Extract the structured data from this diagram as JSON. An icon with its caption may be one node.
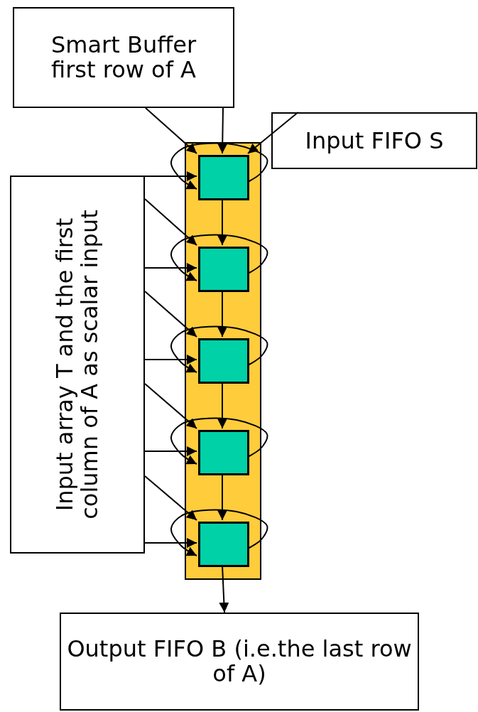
{
  "diagram": {
    "nodes": [
      {
        "text": [
          "Smart Buffer first row of A"
        ]
      },
      {
        "text": [
          "Input FIFO S"
        ]
      },
      {
        "text": [
          "Input array T and the first column of A as scalar input"
        ]
      },
      {
        "text": [
          "Output FIFO B (i.e.the last row of A)"
        ]
      },
      {
        "text": [],
        "shape": "bar"
      },
      {
        "text": [],
        "shape": "box",
        "in": 4
      },
      {
        "text": [],
        "shape": "box",
        "in": 4
      },
      {
        "text": [],
        "shape": "box",
        "in": 4
      },
      {
        "text": [],
        "shape": "box",
        "in": 4
      },
      {
        "text": [],
        "shape": "box",
        "in": 4
      }
    ],
    "edges": [
      {
        "from": 0,
        "to": 5,
        "arrow": "to"
      },
      {
        "from": 0,
        "to": 5,
        "arrow": "to"
      },
      {
        "from": 1,
        "to": 5,
        "arrow": "to"
      },
      {
        "from": 2,
        "to": 5,
        "arrow": "to"
      },
      {
        "from": 2,
        "to": 6,
        "arrow": "to"
      },
      {
        "from": 2,
        "to": 7,
        "arrow": "to"
      },
      {
        "from": 2,
        "to": 8,
        "arrow": "to"
      },
      {
        "from": 2,
        "to": 9,
        "arrow": "to"
      },
      {
        "from": 2,
        "to": 6,
        "arrow": "to"
      },
      {
        "from": 2,
        "to": 7,
        "arrow": "to"
      },
      {
        "from": 2,
        "to": 8,
        "arrow": "to"
      },
      {
        "from": 2,
        "to": 9,
        "arrow": "to"
      },
      {
        "from": 5,
        "to": 6,
        "arrow": "to"
      },
      {
        "from": 6,
        "to": 7,
        "arrow": "to"
      },
      {
        "from": 7,
        "to": 8,
        "arrow": "to"
      },
      {
        "from": 8,
        "to": 9,
        "arrow": "to"
      },
      {
        "from": 5,
        "to": 5,
        "arrow": "to"
      },
      {
        "from": 6,
        "to": 6,
        "arrow": "to"
      },
      {
        "from": 7,
        "to": 7,
        "arrow": "to"
      },
      {
        "from": 8,
        "to": 8,
        "arrow": "to"
      },
      {
        "from": 9,
        "to": 9,
        "arrow": "to"
      },
      {
        "from": 9,
        "to": 3,
        "arrow": "to"
      }
    ]
  }
}
